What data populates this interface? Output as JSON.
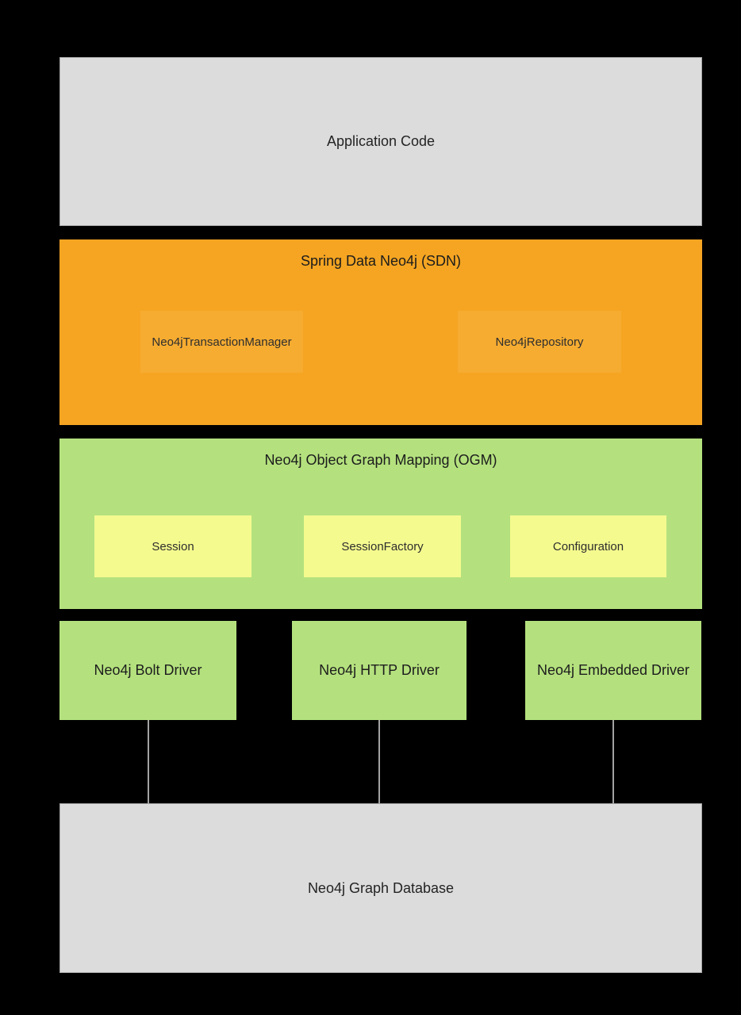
{
  "background_color": "#000000",
  "layers": {
    "application": {
      "label": "Application Code",
      "fill": "#dcdcdc"
    },
    "sdn": {
      "title": "Spring Data Neo4j (SDN)",
      "fill": "#f5a522",
      "components": [
        {
          "label": "Neo4jTransactionManager",
          "fill": "#f6ac31"
        },
        {
          "label": "Neo4jRepository",
          "fill": "#f6ac31"
        }
      ]
    },
    "ogm": {
      "title": "Neo4j Object Graph Mapping (OGM)",
      "fill": "#b4e17e",
      "components": [
        {
          "label": "Session",
          "fill": "#f4fa8e"
        },
        {
          "label": "SessionFactory",
          "fill": "#f4fa8e"
        },
        {
          "label": "Configuration",
          "fill": "#f4fa8e"
        }
      ]
    },
    "drivers": [
      {
        "label": "Neo4j Bolt Driver",
        "fill": "#b4e17e"
      },
      {
        "label": "Neo4j HTTP Driver",
        "fill": "#b4e17e"
      },
      {
        "label": "Neo4j Embedded Driver",
        "fill": "#b4e17e"
      }
    ],
    "database": {
      "label": "Neo4j Graph Database",
      "fill": "#dcdcdc"
    }
  },
  "connectors": {
    "color": "#a3a3a3",
    "count": 3
  }
}
